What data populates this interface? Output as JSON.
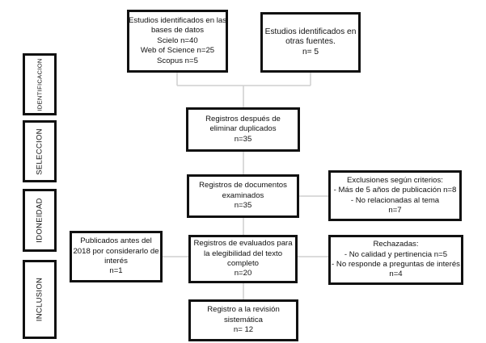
{
  "phases": [
    {
      "id": "identificacion",
      "label": "IDENTIFICACION"
    },
    {
      "id": "seleccion",
      "label": "SELECCION"
    },
    {
      "id": "idoneidad",
      "label": "IDONEIDAD"
    },
    {
      "id": "inclusion",
      "label": "INCLUSION"
    }
  ],
  "boxes": {
    "databases": {
      "lines": [
        "Estudios identificados en las",
        "bases de datos",
        "Scielo n=40",
        "Web of Science n=25",
        "Scopus n=5"
      ]
    },
    "other_sources": {
      "lines": [
        "Estudios identificados en",
        "otras fuentes.",
        "n= 5"
      ]
    },
    "after_duplicates": {
      "lines": [
        "Registros después de",
        "eliminar duplicados",
        "n=35"
      ]
    },
    "examined": {
      "lines": [
        "Registros de documentos",
        "examinados",
        "n=35"
      ]
    },
    "exclusions": {
      "lines": [
        "Exclusiones según criterios:",
        "- Más de 5 años de publicación n=8",
        "- No relacionadas al tema",
        "n=7"
      ]
    },
    "evaluated": {
      "lines": [
        "Registros de evaluados para",
        "la elegibilidad del texto",
        "completo",
        "n=20"
      ]
    },
    "prior_2018": {
      "lines": [
        "Publicados antes del",
        "2018 por considerarlo de",
        "interés",
        "n=1"
      ]
    },
    "rejected": {
      "lines": [
        "Rechazadas:",
        "- No calidad y pertinencia n=5",
        "- No responde a preguntas de interés",
        "n=4"
      ]
    },
    "final": {
      "lines": [
        "Registro a la revisión",
        "sistemática",
        "n= 12"
      ]
    }
  },
  "colors": {
    "border": "#111111",
    "connector": "#cfcfcf",
    "background": "#ffffff"
  }
}
